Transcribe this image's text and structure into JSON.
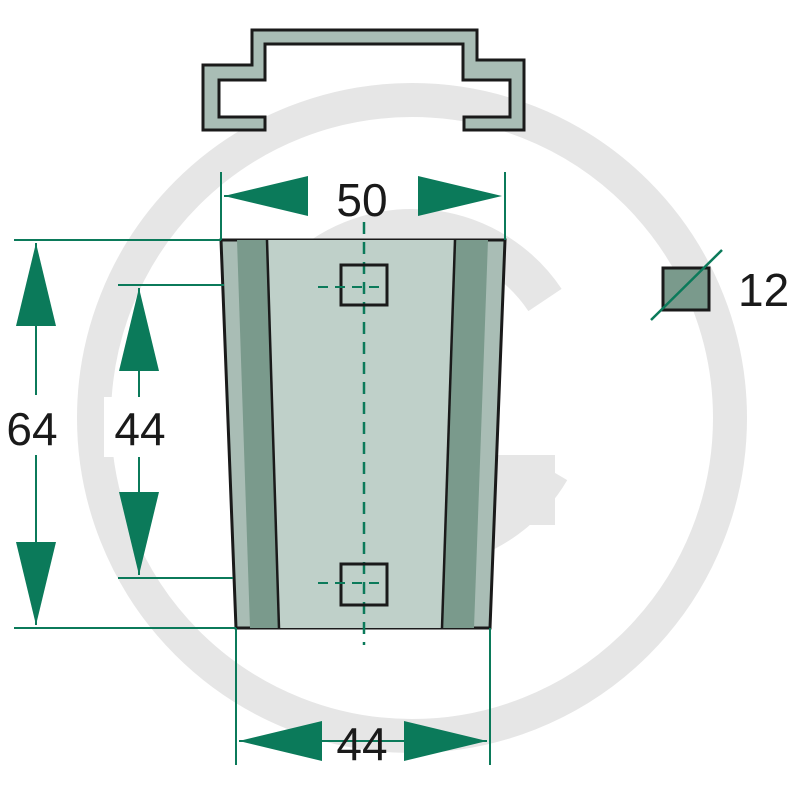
{
  "dimensions": {
    "top_width": "50",
    "total_height": "64",
    "hole_spacing": "44",
    "bottom_width": "44",
    "square_hole": "12"
  },
  "colors": {
    "accent": "#0b7a5a",
    "part_fill": "#a9bdb5",
    "part_center": "#bfd0c9",
    "part_stripe": "#7a9a8c",
    "outline": "#1a1a1a",
    "watermark": "#e6e6e6"
  },
  "icons": {
    "profile": "channel-profile-icon",
    "square_hole": "square-hole-icon",
    "watermark": "logo-watermark"
  }
}
